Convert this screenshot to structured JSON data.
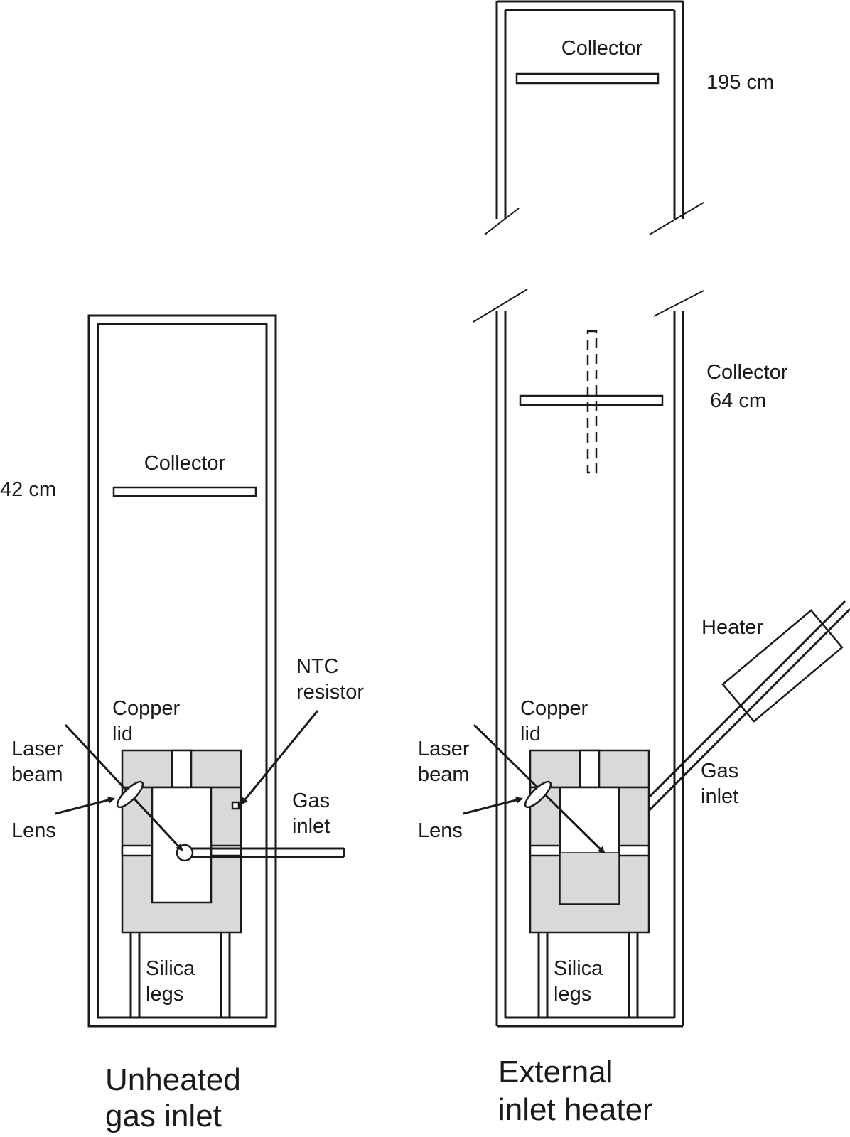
{
  "left": {
    "collector_label": "Collector",
    "height_label": "42 cm",
    "copper_lid_line1": "Copper",
    "copper_lid_line2": "lid",
    "ntc_line1": "NTC",
    "ntc_line2": "resistor",
    "laser_line1": "Laser",
    "laser_line2": "beam",
    "lens_label": "Lens",
    "gas_line1": "Gas",
    "gas_line2": "inlet",
    "legs_line1": "Silica",
    "legs_line2": "legs",
    "caption_line1": "Unheated",
    "caption_line2": "gas inlet"
  },
  "right": {
    "collector_top_label": "Collector",
    "height_top_label": "195 cm",
    "collector_mid_label": "Collector",
    "height_mid_label": "64 cm",
    "heater_label": "Heater",
    "copper_lid_line1": "Copper",
    "copper_lid_line2": "lid",
    "laser_line1": "Laser",
    "laser_line2": "beam",
    "lens_label": "Lens",
    "gas_line1": "Gas",
    "gas_line2": "inlet",
    "legs_line1": "Silica",
    "legs_line2": "legs",
    "caption_line1": "External",
    "caption_line2": "inlet heater"
  }
}
